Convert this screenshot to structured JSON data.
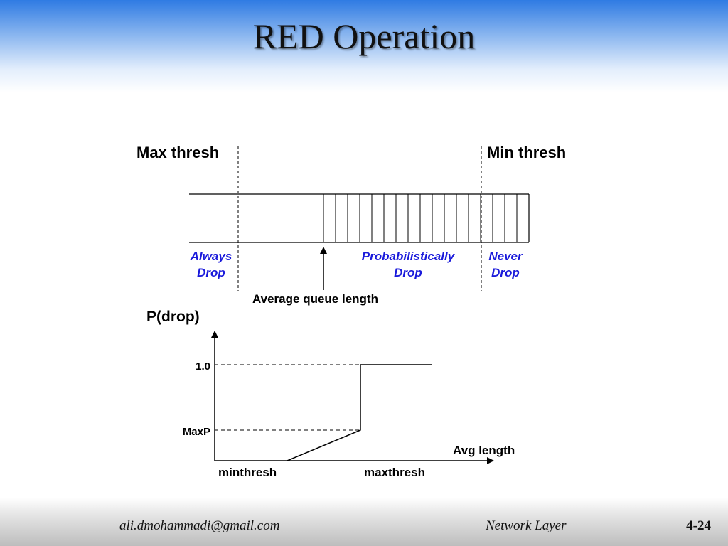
{
  "slide": {
    "title": "RED Operation"
  },
  "queue": {
    "max_thresh_label": "Max thresh",
    "min_thresh_label": "Min thresh",
    "zones": {
      "always": [
        "Always",
        "Drop"
      ],
      "probabilistic": [
        "Probabilistically",
        "Drop"
      ],
      "never": [
        "Never",
        "Drop"
      ]
    },
    "avg_queue_label": "Average queue length",
    "zone_color": "#1a1adb"
  },
  "graph": {
    "y_title": "P(drop)",
    "x_title": "Avg length",
    "y_ticks": [
      "1.0",
      "MaxP"
    ],
    "x_ticks": [
      "minthresh",
      "maxthresh"
    ]
  },
  "footer": {
    "email": "ali.dmohammadi@gmail.com",
    "chapter": "Network Layer",
    "page": "4-24"
  }
}
